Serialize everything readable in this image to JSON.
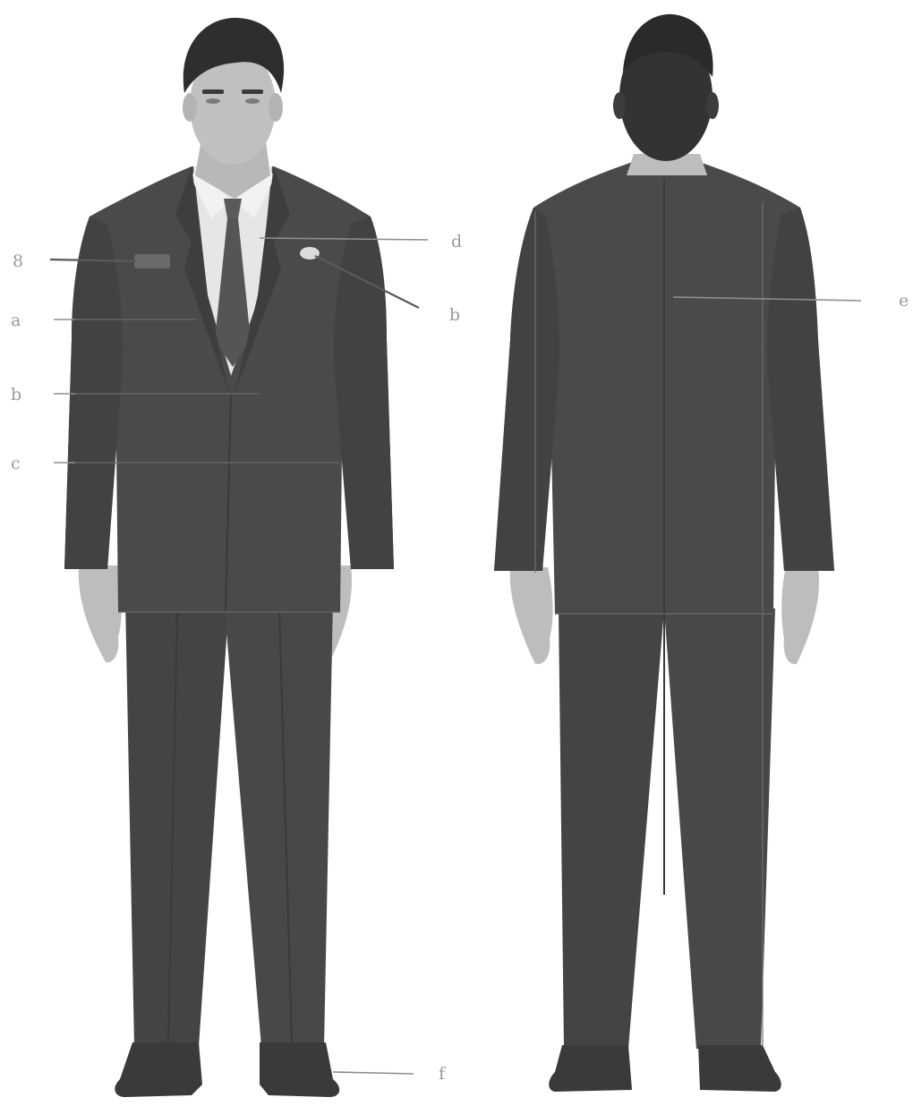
{
  "figure": {
    "background_color": "#ffffff",
    "suit_color": "#4a4a4a",
    "suit_shade_color": "#3e3e3e",
    "skin_color": "#bdbdbd",
    "hair_color": "#2e2e2e",
    "shirt_color": "#e6e6e6",
    "tie_color": "#555555",
    "shoe_color": "#3a3a3a",
    "label_color": "#9a9a9a"
  },
  "front_view": {
    "labels": {
      "pocket_square": "8",
      "upper": "a",
      "middle": "b",
      "lower": "c",
      "lapel": "d",
      "pin": "b",
      "hem": "f"
    }
  },
  "back_view": {
    "labels": {
      "back": "e"
    }
  }
}
